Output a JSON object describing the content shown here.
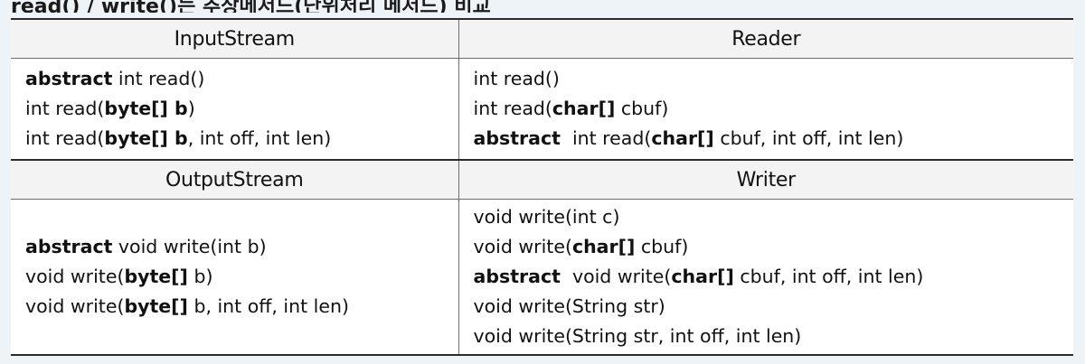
{
  "caption": {
    "text": "read() / write()는 추상메서드(단위처리 메서드) 비교"
  },
  "table": {
    "headers_top": [
      "InputStream",
      "Reader"
    ],
    "headers_mid": [
      "OutputStream",
      "Writer"
    ],
    "input_stream": [
      [
        {
          "t": "abstract",
          "b": true
        },
        {
          "t": " int read()",
          "b": false
        }
      ],
      [
        {
          "t": "int read(",
          "b": false
        },
        {
          "t": "byte[] b",
          "b": true
        },
        {
          "t": ")",
          "b": false
        }
      ],
      [
        {
          "t": "int read(",
          "b": false
        },
        {
          "t": "byte[] b",
          "b": true
        },
        {
          "t": ", int off, int len)",
          "b": false
        }
      ]
    ],
    "reader": [
      [
        {
          "t": "int read()",
          "b": false
        }
      ],
      [
        {
          "t": "int read(",
          "b": false
        },
        {
          "t": "char[]",
          "b": true
        },
        {
          "t": " cbuf)",
          "b": false
        }
      ],
      [
        {
          "t": "abstract",
          "b": true
        },
        {
          "t": "  int read(",
          "b": false
        },
        {
          "t": "char[]",
          "b": true
        },
        {
          "t": " cbuf, int off, int len)",
          "b": false
        }
      ]
    ],
    "output_stream": [
      [
        {
          "t": "abstract",
          "b": true
        },
        {
          "t": " void write(int b)",
          "b": false
        }
      ],
      [
        {
          "t": "void write(",
          "b": false
        },
        {
          "t": "byte[]",
          "b": true
        },
        {
          "t": " b)",
          "b": false
        }
      ],
      [
        {
          "t": "void write(",
          "b": false
        },
        {
          "t": "byte[]",
          "b": true
        },
        {
          "t": " b, int off, int len)",
          "b": false
        }
      ]
    ],
    "writer": [
      [
        {
          "t": "void write(int c)",
          "b": false
        }
      ],
      [
        {
          "t": "void write(",
          "b": false
        },
        {
          "t": "char[]",
          "b": true
        },
        {
          "t": " cbuf)",
          "b": false
        }
      ],
      [
        {
          "t": "abstract",
          "b": true
        },
        {
          "t": "  void write(",
          "b": false
        },
        {
          "t": "char[]",
          "b": true
        },
        {
          "t": " cbuf, int off, int len)",
          "b": false
        }
      ],
      [
        {
          "t": "void write(String str)",
          "b": false
        }
      ],
      [
        {
          "t": "void write(String str, int off, int len)",
          "b": false
        }
      ]
    ]
  }
}
